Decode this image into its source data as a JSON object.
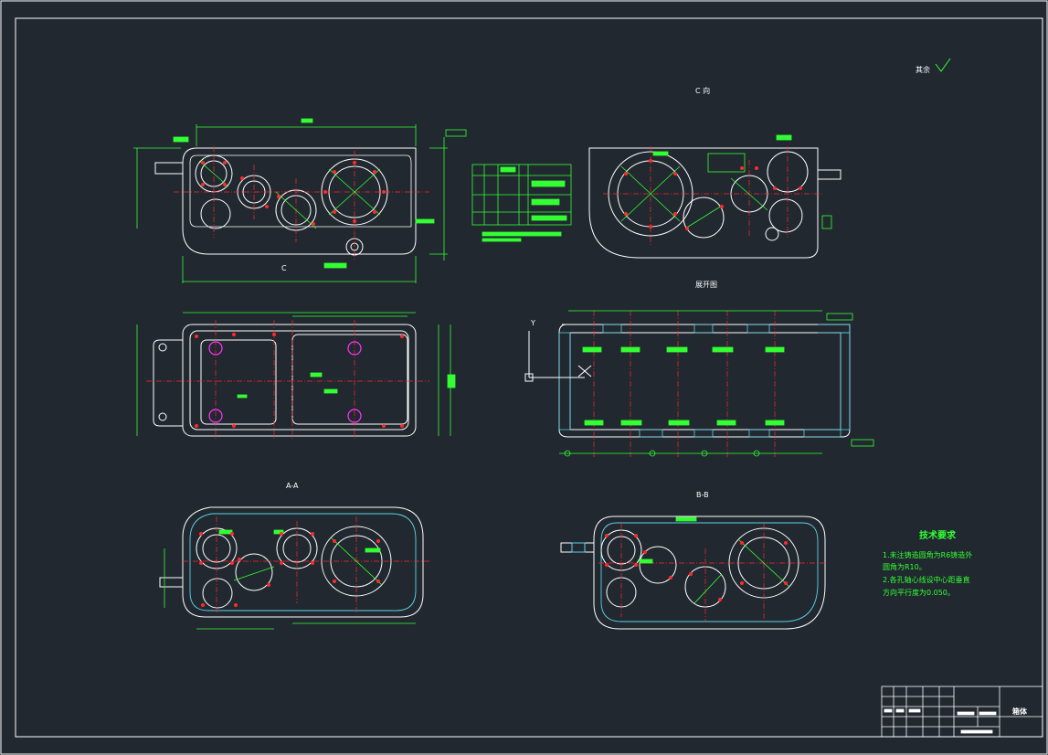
{
  "drawing": {
    "colors": {
      "background": "#212830",
      "outline": "#ffffff",
      "dimension": "#33ff33",
      "center_line": "#ff2a2a",
      "hatch": "#5fd3e6",
      "hole_marker": "#ff33ff"
    },
    "labels": {
      "view_c": "C 向",
      "unfolded": "展开图",
      "section_aa": "A-A",
      "section_bb": "B-B",
      "section_c_mark": "C",
      "roughness_rest": "其余",
      "axis_y": "Y"
    },
    "tech_requirements": {
      "title": "技术要求",
      "lines": [
        "1.未注铸造圆角为R6铸造外",
        "圆角为R10。",
        "2.各孔轴心线设中心距垂直",
        "方向平行度为0.050。"
      ]
    },
    "title_block": {
      "name": "箱体"
    }
  }
}
